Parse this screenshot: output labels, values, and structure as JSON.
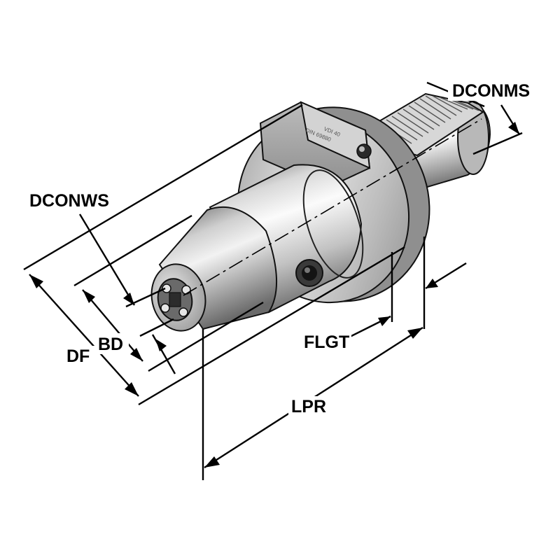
{
  "labels": {
    "dconms": "DCONMS",
    "dconws": "DCONWS",
    "bd": "BD",
    "df": "DF",
    "flgt": "FLGT",
    "lpr": "LPR"
  },
  "engraving": {
    "line1": "VDI 40",
    "line2": "DIN 69880"
  },
  "colors": {
    "steel_light": "#f4f4f4",
    "steel_mid": "#c9c9c9",
    "steel_dark": "#8a8a8a",
    "line": "#000000"
  }
}
